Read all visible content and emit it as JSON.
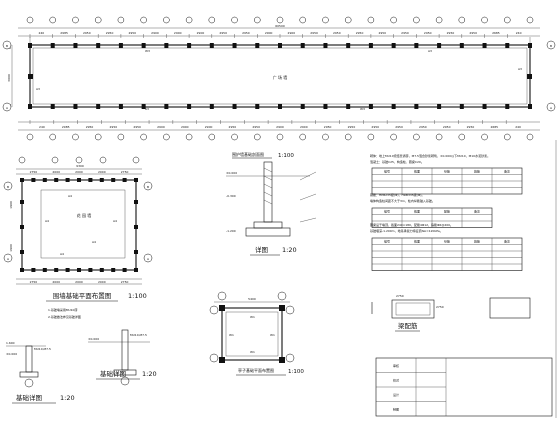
{
  "big_plan": {
    "overall_dim": "60500",
    "top_dims": [
      "240",
      "2985",
      "2950",
      "2950",
      "2950",
      "2900",
      "2900",
      "2900",
      "2950",
      "2950",
      "2900",
      "2900",
      "2950",
      "2950",
      "2950",
      "2950",
      "2950",
      "2950",
      "2950",
      "2950",
      "2685",
      "240"
    ],
    "bottom_dims": [
      "240",
      "2985",
      "2950",
      "2950",
      "2950",
      "2900",
      "2900",
      "2900",
      "2950",
      "2950",
      "2900",
      "2900",
      "2950",
      "2950",
      "2950",
      "2950",
      "2950",
      "2950",
      "2950",
      "2685",
      "240"
    ],
    "left_dims": [
      "240",
      "3000",
      "240"
    ],
    "room_label": "广 场 墙",
    "wall_labels": [
      "W3",
      "A3",
      "A3",
      "A3",
      "A3",
      "W3"
    ],
    "axis_letters": [
      "A",
      "B"
    ]
  },
  "small_plan": {
    "overall_dim": "9300",
    "top_dims": [
      "2750",
      "2000",
      "2000",
      "2000",
      "2750"
    ],
    "room_label": "花 园 墙",
    "wall_labels": [
      "A4",
      "A4",
      "A4",
      "A4",
      "A4"
    ],
    "side_dims": [
      "1900",
      "1900"
    ],
    "title": "围墙基础平面布置图",
    "scale": "1:100",
    "notes": [
      "1.基础墙采用MU10砖",
      "2.基础做法参见基础详图"
    ]
  },
  "section_main": {
    "title": "围护墙基础剖面图",
    "scale": "1:100",
    "labels": [
      "±0.000",
      "-0.300",
      "-1.200"
    ]
  },
  "detail1": {
    "title": "详图",
    "scale": "1:20"
  },
  "notes_block": {
    "rows": [
      "砌体：地上MU10烧结普通砖，M7.5混合砂浆砌筑，±0.000以下MU10，M10水泥砂浆。",
      "混凝土：基础C25，构造柱、圈梁C20。",
      "钢筋：HPB235级(Φ)，HRB335级(Φ)。",
      "墙体构造柱间距不大于3m，柱内纵筋锚入基础。",
      "圈梁设于墙顶，截面240×180，配筋4Φ12，箍筋Φ6@200。",
      "基础埋深-1.200m，地基承载力特征值fak=120kPa。"
    ]
  },
  "table1": {
    "cols": [
      "编号",
      "截面",
      "纵筋",
      "箍筋",
      "备注"
    ]
  },
  "table2": {
    "cols": [
      "编号",
      "截面",
      "配筋",
      "备注"
    ]
  },
  "pavilion": {
    "overall_dim": "5400",
    "title": "亭子基础平面布置图",
    "scale": "1:100",
    "labels": [
      "W1",
      "W1",
      "W1",
      "W1"
    ]
  },
  "detail_left": {
    "title": "基础详图",
    "scale": "1:20",
    "labels": [
      "1.600",
      "±0.000",
      "MU10,M7.5"
    ]
  },
  "detail_mid": {
    "title": "基础详图",
    "scale": "1:20",
    "labels": [
      "±0.000",
      "MU10,M7.5"
    ]
  },
  "beam_detail": {
    "title": "梁配筋",
    "dims": [
      "2750",
      "2750"
    ]
  },
  "title_block": {
    "cells": [
      "审核",
      "校对",
      "设计",
      "制图"
    ]
  }
}
